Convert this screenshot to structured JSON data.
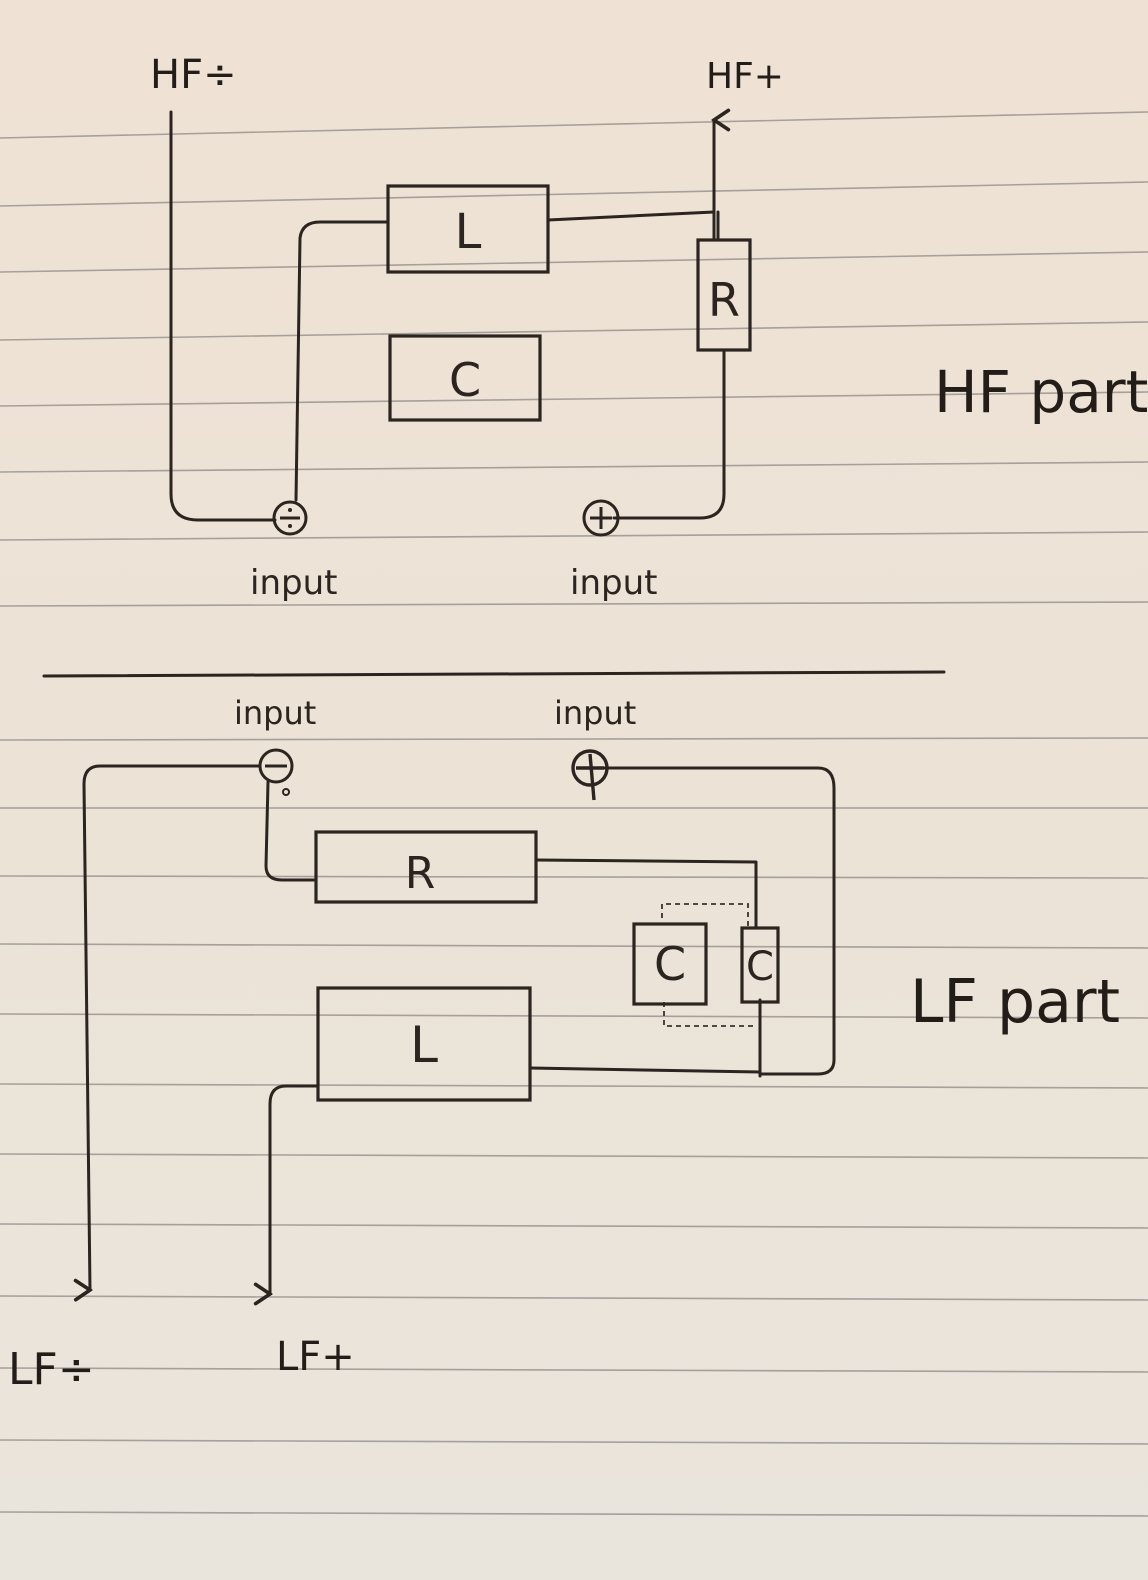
{
  "hf": {
    "minus_label": "HF÷",
    "plus_label": "HF+",
    "part_label": "HF part",
    "inductor": "L",
    "capacitor": "C",
    "resistor": "R",
    "input_minus_label": "input",
    "input_plus_label": "input"
  },
  "lf": {
    "input_minus_label": "input",
    "input_plus_label": "input",
    "resistor": "R",
    "capacitor_1": "C",
    "capacitor_2": "C",
    "inductor": "L",
    "part_label": "LF part",
    "minus_label": "LF÷",
    "plus_label": "LF+"
  }
}
